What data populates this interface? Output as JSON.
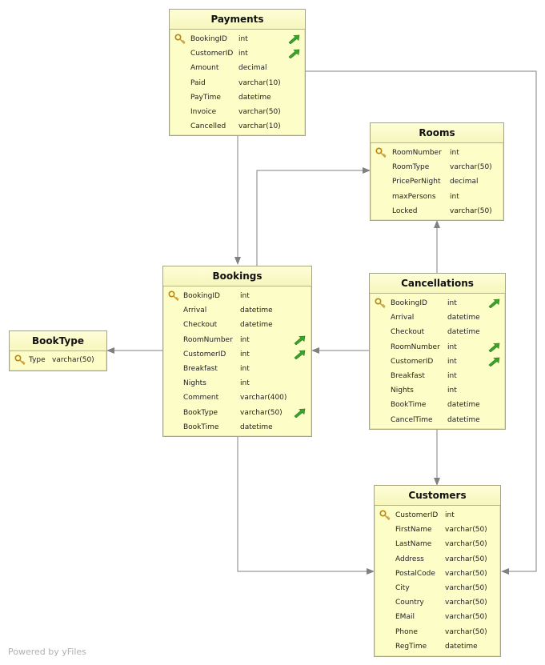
{
  "tables": {
    "payments": {
      "title": "Payments",
      "columns": [
        {
          "name": "BookingID",
          "type": "int",
          "pk": true,
          "fk": true
        },
        {
          "name": "CustomerID",
          "type": "int",
          "pk": false,
          "fk": true
        },
        {
          "name": "Amount",
          "type": "decimal",
          "pk": false,
          "fk": false
        },
        {
          "name": "Paid",
          "type": "varchar(10)",
          "pk": false,
          "fk": false
        },
        {
          "name": "PayTime",
          "type": "datetime",
          "pk": false,
          "fk": false
        },
        {
          "name": "Invoice",
          "type": "varchar(50)",
          "pk": false,
          "fk": false
        },
        {
          "name": "Cancelled",
          "type": "varchar(10)",
          "pk": false,
          "fk": false
        }
      ]
    },
    "rooms": {
      "title": "Rooms",
      "columns": [
        {
          "name": "RoomNumber",
          "type": "int",
          "pk": true,
          "fk": false
        },
        {
          "name": "RoomType",
          "type": "varchar(50)",
          "pk": false,
          "fk": false
        },
        {
          "name": "PricePerNight",
          "type": "decimal",
          "pk": false,
          "fk": false
        },
        {
          "name": "maxPersons",
          "type": "int",
          "pk": false,
          "fk": false
        },
        {
          "name": "Locked",
          "type": "varchar(50)",
          "pk": false,
          "fk": false
        }
      ]
    },
    "bookings": {
      "title": "Bookings",
      "columns": [
        {
          "name": "BookingID",
          "type": "int",
          "pk": true,
          "fk": false
        },
        {
          "name": "Arrival",
          "type": "datetime",
          "pk": false,
          "fk": false
        },
        {
          "name": "Checkout",
          "type": "datetime",
          "pk": false,
          "fk": false
        },
        {
          "name": "RoomNumber",
          "type": "int",
          "pk": false,
          "fk": true
        },
        {
          "name": "CustomerID",
          "type": "int",
          "pk": false,
          "fk": true
        },
        {
          "name": "Breakfast",
          "type": "int",
          "pk": false,
          "fk": false
        },
        {
          "name": "Nights",
          "type": "int",
          "pk": false,
          "fk": false
        },
        {
          "name": "Comment",
          "type": "varchar(400)",
          "pk": false,
          "fk": false
        },
        {
          "name": "BookType",
          "type": "varchar(50)",
          "pk": false,
          "fk": true
        },
        {
          "name": "BookTime",
          "type": "datetime",
          "pk": false,
          "fk": false
        }
      ]
    },
    "cancellations": {
      "title": "Cancellations",
      "columns": [
        {
          "name": "BookingID",
          "type": "int",
          "pk": true,
          "fk": true
        },
        {
          "name": "Arrival",
          "type": "datetime",
          "pk": false,
          "fk": false
        },
        {
          "name": "Checkout",
          "type": "datetime",
          "pk": false,
          "fk": false
        },
        {
          "name": "RoomNumber",
          "type": "int",
          "pk": false,
          "fk": true
        },
        {
          "name": "CustomerID",
          "type": "int",
          "pk": false,
          "fk": true
        },
        {
          "name": "Breakfast",
          "type": "int",
          "pk": false,
          "fk": false
        },
        {
          "name": "Nights",
          "type": "int",
          "pk": false,
          "fk": false
        },
        {
          "name": "BookTime",
          "type": "datetime",
          "pk": false,
          "fk": false
        },
        {
          "name": "CancelTime",
          "type": "datetime",
          "pk": false,
          "fk": false
        }
      ]
    },
    "booktype": {
      "title": "BookType",
      "columns": [
        {
          "name": "Type",
          "type": "varchar(50)",
          "pk": true,
          "fk": false
        }
      ]
    },
    "customers": {
      "title": "Customers",
      "columns": [
        {
          "name": "CustomerID",
          "type": "int",
          "pk": true,
          "fk": false
        },
        {
          "name": "FirstName",
          "type": "varchar(50)",
          "pk": false,
          "fk": false
        },
        {
          "name": "LastName",
          "type": "varchar(50)",
          "pk": false,
          "fk": false
        },
        {
          "name": "Address",
          "type": "varchar(50)",
          "pk": false,
          "fk": false
        },
        {
          "name": "PostalCode",
          "type": "varchar(50)",
          "pk": false,
          "fk": false
        },
        {
          "name": "City",
          "type": "varchar(50)",
          "pk": false,
          "fk": false
        },
        {
          "name": "Country",
          "type": "varchar(50)",
          "pk": false,
          "fk": false
        },
        {
          "name": "EMail",
          "type": "varchar(50)",
          "pk": false,
          "fk": false
        },
        {
          "name": "Phone",
          "type": "varchar(50)",
          "pk": false,
          "fk": false
        },
        {
          "name": "RegTime",
          "type": "datetime",
          "pk": false,
          "fk": false
        }
      ]
    }
  },
  "relations": [
    {
      "from": "payments",
      "to": "bookings"
    },
    {
      "from": "payments",
      "to": "customers"
    },
    {
      "from": "bookings",
      "to": "rooms"
    },
    {
      "from": "bookings",
      "to": "booktype"
    },
    {
      "from": "bookings",
      "to": "customers"
    },
    {
      "from": "cancellations",
      "to": "rooms"
    },
    {
      "from": "cancellations",
      "to": "bookings"
    },
    {
      "from": "cancellations",
      "to": "customers"
    }
  ],
  "footer": {
    "powered_by": "Powered by yFiles"
  },
  "colors": {
    "table_fill": "#fdfdc8",
    "table_border": "#a6a67a",
    "edge": "#808080",
    "key": "#c8a040",
    "fk_arrow": "#3da42a"
  }
}
